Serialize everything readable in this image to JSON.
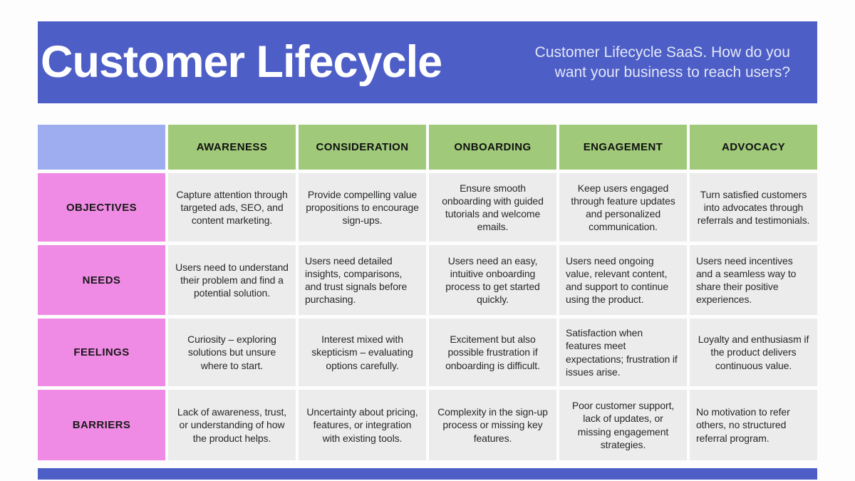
{
  "banner": {
    "title": "Customer Lifecycle",
    "subtitle": [
      "Customer Lifecycle SaaS. How do you",
      "want your business to reach users?"
    ]
  },
  "matrix": {
    "column_headers": [
      "AWARENESS",
      "CONSIDERATION",
      "ONBOARDING",
      "ENGAGEMENT",
      "ADVOCACY"
    ],
    "rows": [
      {
        "label": "OBJECTIVES",
        "cells": [
          "Capture attention through targeted ads, SEO, and content marketing.",
          "Provide compelling value propositions to encourage sign-ups.",
          "Ensure smooth onboarding with guided tutorials and welcome emails.",
          "Keep users engaged through feature updates and personalized communication.",
          "Turn satisfied customers into advocates through referrals and testimonials."
        ]
      },
      {
        "label": "NEEDS",
        "cells": [
          "Users need to understand their problem and find a potential solution.",
          "Users need detailed insights, comparisons, and trust signals before purchasing.",
          "Users need an easy, intuitive onboarding process to get started quickly.",
          "Users need ongoing value, relevant content, and support to continue using the product.",
          "Users need incentives and a seamless way to share their positive experiences."
        ]
      },
      {
        "label": "FEELINGS",
        "cells": [
          "Curiosity – exploring solutions but unsure where to start.",
          "Interest mixed with skepticism – evaluating options carefully.",
          "Excitement but also possible frustration if onboarding is difficult.",
          "Satisfaction when features meet expectations; frustration if issues arise.",
          "Loyalty and enthusiasm if the product delivers continuous value."
        ]
      },
      {
        "label": "BARRIERS",
        "cells": [
          "Lack of awareness, trust, or understanding of how the product helps.",
          "Uncertainty about pricing, features, or integration with existing tools.",
          "Complexity in the sign-up process or missing key features.",
          "Poor customer support, lack of updates, or missing engagement strategies.",
          "No motivation to refer others, no structured referral program."
        ]
      }
    ]
  },
  "colors": {
    "banner_blue": "#4d5ec6",
    "header_green": "#a0ca7a",
    "row_label_pink": "#f08be5",
    "corner_periwinkle": "#9dadf0",
    "cell_gray": "#ececec"
  }
}
